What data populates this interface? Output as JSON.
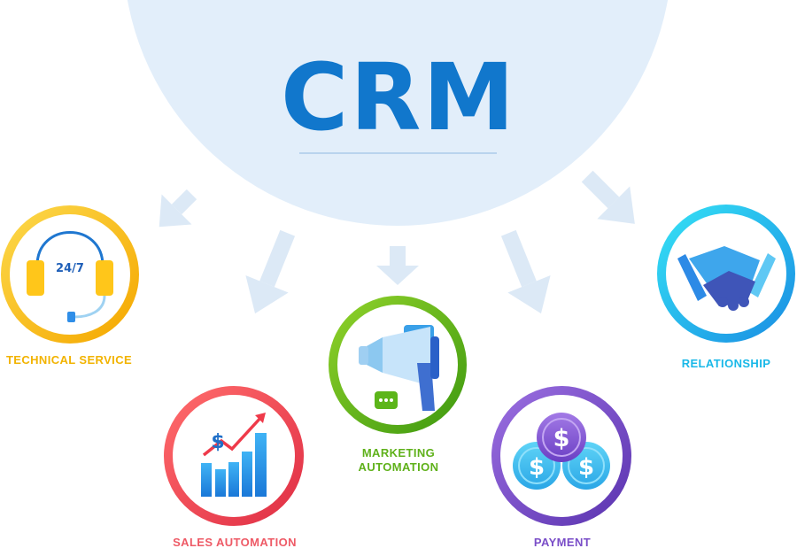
{
  "title": "CRM",
  "nodes": {
    "technical_service": {
      "label": "TECHNICAL SERVICE",
      "icon": "headset-247-icon",
      "color": "#f5b800",
      "icon_text": "24/7"
    },
    "sales_automation": {
      "label": "SALES AUTOMATION",
      "icon": "growth-chart-icon",
      "color": "#ee4b55"
    },
    "marketing_automation": {
      "label": "MARKETING AUTOMATION",
      "icon": "megaphone-icon",
      "color": "#63b51c"
    },
    "payment": {
      "label": "PAYMENT",
      "icon": "coins-icon",
      "color": "#7a4ec8"
    },
    "relationship": {
      "label": "RELATIONSHIP",
      "icon": "handshake-icon",
      "color": "#1cc2ea"
    }
  },
  "colors": {
    "hub": "#e2eefa",
    "title": "#1177cc",
    "arrow": "#dce9f6"
  }
}
